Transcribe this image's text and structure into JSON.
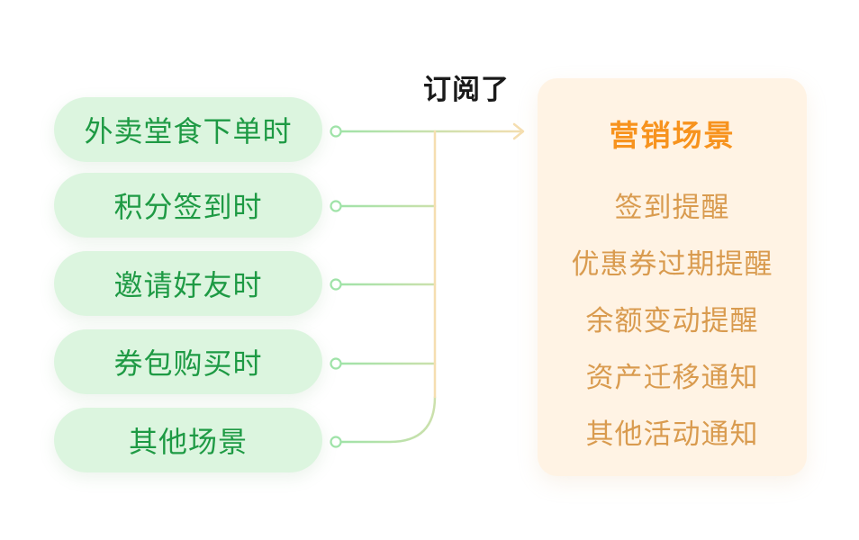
{
  "sources": [
    {
      "label": "外卖堂食下单时"
    },
    {
      "label": "积分签到时"
    },
    {
      "label": "邀请好友时"
    },
    {
      "label": "券包购买时"
    },
    {
      "label": "其他场景"
    }
  ],
  "connector": {
    "label": "订阅了",
    "line_color_start": "#9fe3a8",
    "line_color_end": "#f5deb0",
    "arrow_color": "#f5deb0"
  },
  "target": {
    "title": "营销场景",
    "items": [
      {
        "label": "签到提醒"
      },
      {
        "label": "优惠券过期提醒"
      },
      {
        "label": "余额变动提醒"
      },
      {
        "label": "资产迁移通知"
      },
      {
        "label": "其他活动通知"
      }
    ]
  },
  "colors": {
    "source_bg": "#dcf5df",
    "source_text": "#1e9a44",
    "target_bg": "#fff3e4",
    "target_title": "#f7931e",
    "target_text": "#d99b4f"
  }
}
